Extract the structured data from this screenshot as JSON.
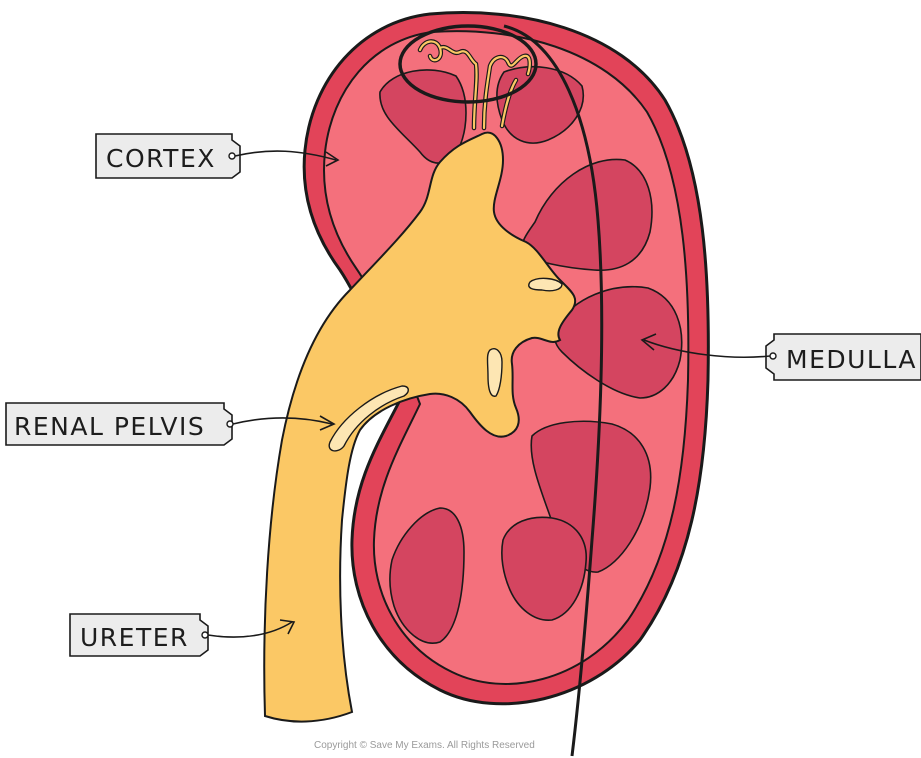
{
  "labels": {
    "cortex": "CORTEX",
    "medulla": "MEDULLA",
    "renal_pelvis": "RENAL PELVIS",
    "ureter": "URETER"
  },
  "copyright": "Copyright © Save My Exams. All Rights Reserved",
  "colors": {
    "outer_capsule": "#e24459",
    "cortex": "#f4707c",
    "medulla": "#d44560",
    "pelvis": "#fbc865",
    "outline": "#1a1a1a",
    "label_box": "#ececec"
  }
}
